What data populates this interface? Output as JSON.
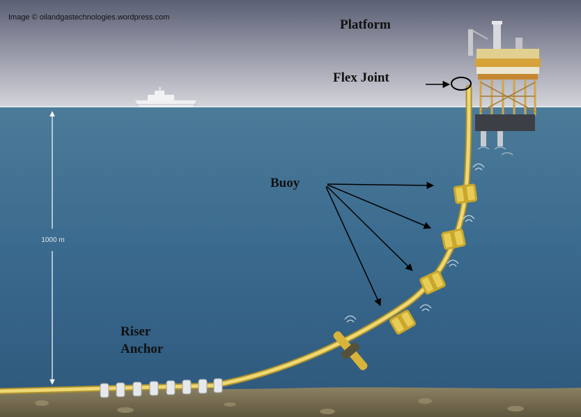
{
  "credit": "Image © oilandgastechnologies.wordpress.com",
  "labels": {
    "platform": "Platform",
    "flex_joint": "Flex Joint",
    "buoy": "Buoy",
    "riser": "Riser",
    "anchor": "Anchor"
  },
  "depth_label": "1000 m",
  "colors": {
    "sky_top": "#5b5f75",
    "sky_bottom": "#d4d4da",
    "sea_top": "#4c7b99",
    "sea_bottom": "#2e567e",
    "seabed": "#7a7055",
    "riser": "#e5c85a",
    "buoy": "#d8b832"
  }
}
